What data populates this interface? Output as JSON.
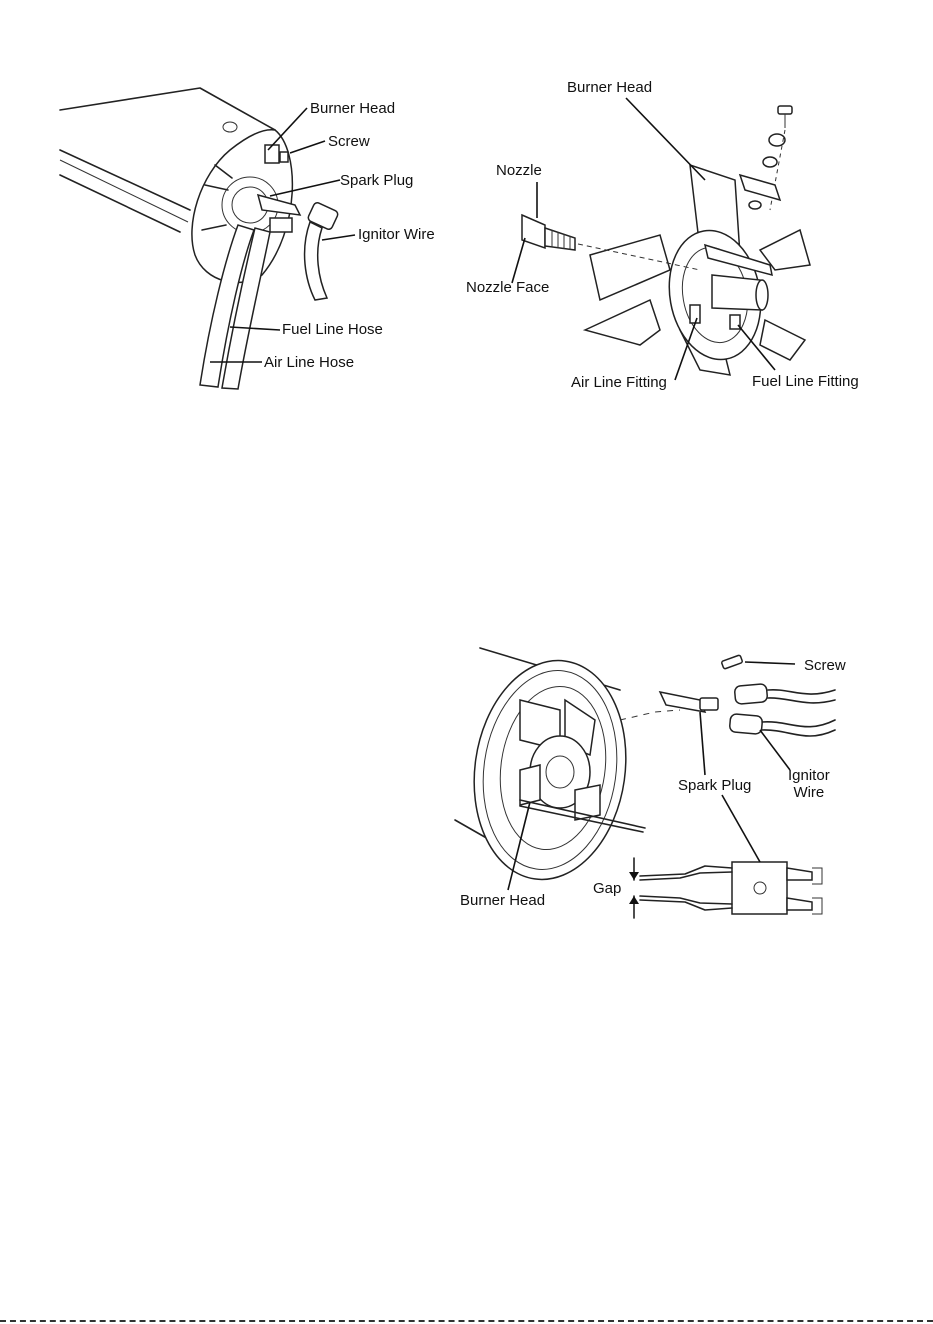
{
  "figures": {
    "fig1": {
      "labels": {
        "burner_head": "Burner Head",
        "screw": "Screw",
        "spark_plug": "Spark Plug",
        "ignitor_wire": "Ignitor Wire",
        "fuel_line_hose": "Fuel Line Hose",
        "air_line_hose": "Air Line Hose"
      }
    },
    "fig2": {
      "labels": {
        "burner_head": "Burner Head",
        "nozzle": "Nozzle",
        "nozzle_face": "Nozzle Face",
        "air_line_fitting": "Air Line Fitting",
        "fuel_line_fitting": "Fuel Line Fitting"
      }
    },
    "fig3": {
      "labels": {
        "screw": "Screw",
        "ignitor_wire": "Ignitor\nWire",
        "spark_plug": "Spark Plug",
        "gap": "Gap",
        "burner_head": "Burner Head"
      }
    }
  }
}
